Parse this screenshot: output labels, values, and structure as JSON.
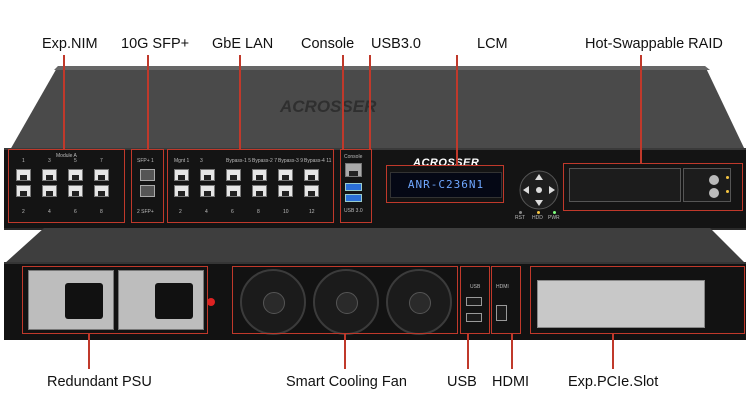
{
  "callouts_top": {
    "exp_nim": "Exp.NIM",
    "sfp": "10G SFP+",
    "gbe_lan": "GbE LAN",
    "console": "Console",
    "usb3": "USB3.0",
    "lcm": "LCM",
    "raid": "Hot-Swappable RAID"
  },
  "callouts_bottom": {
    "psu": "Redundant PSU",
    "fan": "Smart Cooling Fan",
    "usb": "USB",
    "hdmi": "HDMI",
    "pcie": "Exp.PCIe.Slot"
  },
  "brand": {
    "top_logo": "ACROSSER",
    "front_logo": "ACROSSER"
  },
  "lcm_display": "ANR-C236N1",
  "front_panel": {
    "module_label": "Module A",
    "module_top_ports": [
      "1",
      "3",
      "5",
      "7"
    ],
    "module_bottom_ports": [
      "2",
      "4",
      "6",
      "8"
    ],
    "sfp_top": "SFP+ 1",
    "sfp_bottom": "2 SFP+",
    "lan_top": [
      "Mgnt 1",
      "3",
      "Bypass-1 5",
      "Bypass-2 7",
      "Bypass-3 9",
      "Bypass-4 11"
    ],
    "lan_bottom": [
      "2",
      "4",
      "6",
      "8",
      "10",
      "12"
    ],
    "console_label": "Console",
    "usb_label": "USB 3.0",
    "indicators": [
      "RST",
      "HDD",
      "PWR"
    ]
  },
  "rear_panel": {
    "usb_label": "USB",
    "hdmi_label": "HDMI"
  },
  "colors": {
    "accent_red": "#c0392b",
    "lcm_text": "#6fa7ff",
    "usb3_blue": "#2b6fd6"
  }
}
